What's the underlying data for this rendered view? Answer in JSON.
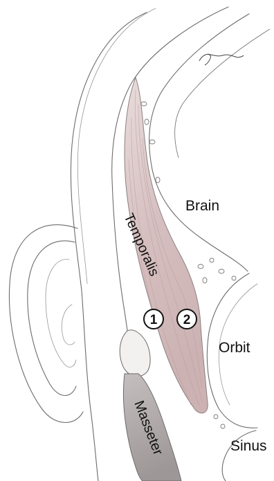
{
  "labels": {
    "brain": "Brain",
    "temporalis": "Temporalis",
    "orbit": "Orbit",
    "masseter": "Masseter",
    "sinus": "Sinus"
  },
  "markers": {
    "one": "1",
    "two": "2"
  },
  "colors": {
    "line": "#6e6a6a",
    "temporalis_fill": "#d8c3c4",
    "masseter_fill": "#b3acac",
    "paper": "#ffffff"
  }
}
